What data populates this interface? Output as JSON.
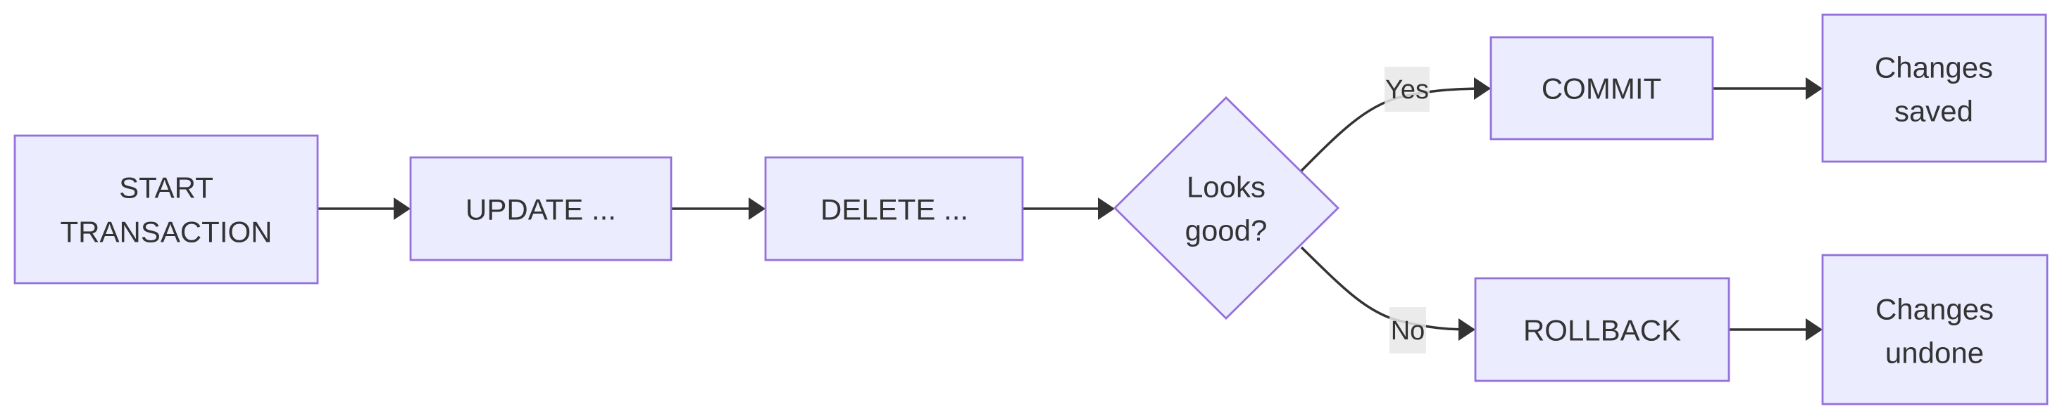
{
  "diagram": {
    "type": "flowchart",
    "direction": "left-to-right",
    "nodes": {
      "start": {
        "shape": "rectangle",
        "label": "START TRANSACTION",
        "line1": "START",
        "line2": "TRANSACTION"
      },
      "update": {
        "shape": "rectangle",
        "label": "UPDATE ..."
      },
      "delete": {
        "shape": "rectangle",
        "label": "DELETE ..."
      },
      "decision": {
        "shape": "diamond",
        "label": "Looks good?",
        "line1": "Looks",
        "line2": "good?"
      },
      "commit": {
        "shape": "rectangle",
        "label": "COMMIT"
      },
      "saved": {
        "shape": "rectangle",
        "label": "Changes saved",
        "line1": "Changes",
        "line2": "saved"
      },
      "rollback": {
        "shape": "rectangle",
        "label": "ROLLBACK"
      },
      "undone": {
        "shape": "rectangle",
        "label": "Changes undone",
        "line1": "Changes",
        "line2": "undone"
      }
    },
    "edges": {
      "yes_label": "Yes",
      "no_label": "No",
      "list": [
        {
          "from": "start",
          "to": "update",
          "label": ""
        },
        {
          "from": "update",
          "to": "delete",
          "label": ""
        },
        {
          "from": "delete",
          "to": "decision",
          "label": ""
        },
        {
          "from": "decision",
          "to": "commit",
          "label": "Yes"
        },
        {
          "from": "decision",
          "to": "rollback",
          "label": "No"
        },
        {
          "from": "commit",
          "to": "saved",
          "label": ""
        },
        {
          "from": "rollback",
          "to": "undone",
          "label": ""
        }
      ]
    },
    "colors": {
      "node_fill": "#ECECFF",
      "node_border": "#9370DB",
      "text": "#333333",
      "edge": "#333333",
      "edge_label_bg": "#e8e8e8",
      "background": "#ffffff"
    }
  }
}
